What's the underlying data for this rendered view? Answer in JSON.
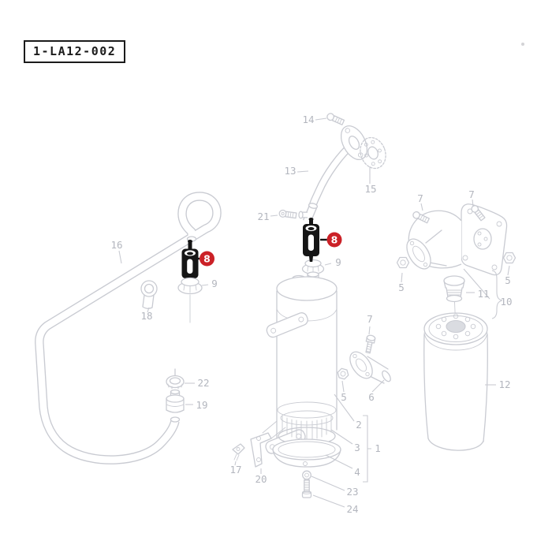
{
  "page": {
    "background": "#ffffff"
  },
  "title_block": {
    "drawing_number": "1-LA12-002"
  },
  "colors": {
    "page_bg": "#ffffff",
    "line": "#c9cbd2",
    "label": "#b3b6be",
    "highlight": "#151515",
    "badge_bg": "#cb2127",
    "badge_text": "#ffffff",
    "box_border": "#1b1b1b",
    "box_text": "#1b1b1b",
    "fill_light": "#dadce1"
  },
  "badges": {
    "left": {
      "label": "8"
    },
    "right": {
      "label": "8"
    }
  },
  "callouts": {
    "c1": "1",
    "c2": "2",
    "c3": "3",
    "c4": "4",
    "c5_mid": "5",
    "c5_head_left": "5",
    "c5_head_right": "5",
    "c6": "6",
    "c7_mid": "7",
    "c7_head_left": "7",
    "c7_head_right": "7",
    "c9_left": "9",
    "c9_right": "9",
    "c10": "10",
    "c11": "11",
    "c12": "12",
    "c13": "13",
    "c14": "14",
    "c15": "15",
    "c16": "16",
    "c17": "17",
    "c18": "18",
    "c19": "19",
    "c20": "20",
    "c21": "21",
    "c22": "22",
    "c23": "23",
    "c24": "24"
  }
}
